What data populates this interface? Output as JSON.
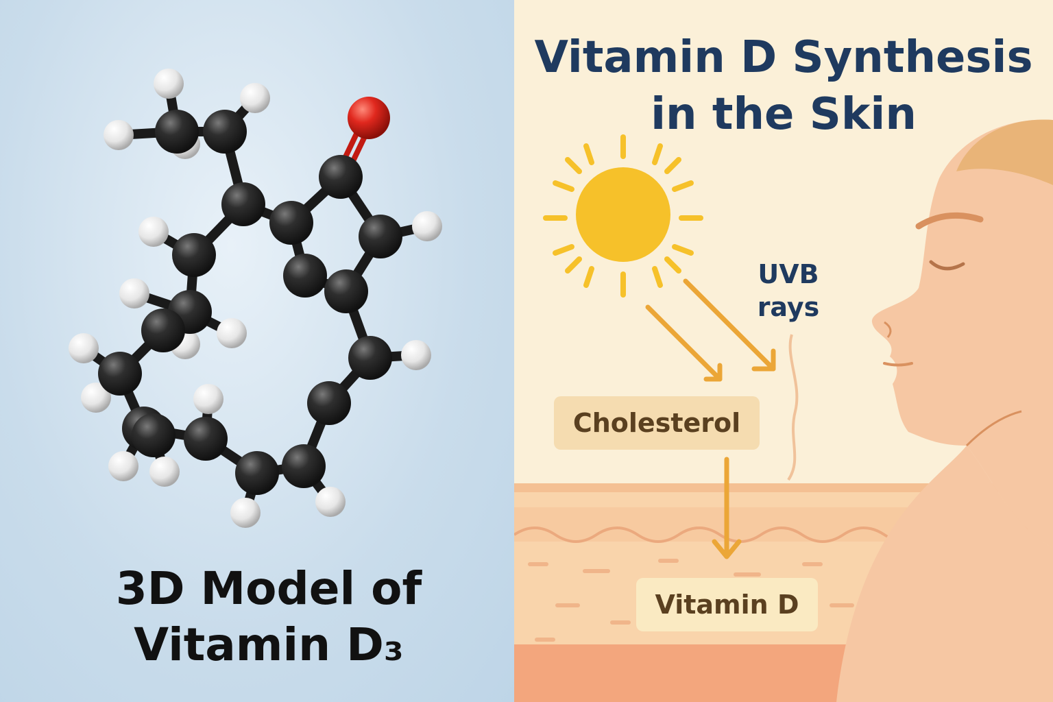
{
  "left": {
    "title_line1": "3D Model of",
    "title_line2": "Vitamin D₃"
  },
  "right": {
    "title_line1": "Vitamin D Synthesis",
    "title_line2": "in the Skin",
    "uvb_line1": "UVB",
    "uvb_line2": "rays",
    "cholesterol_label": "Cholesterol",
    "vitamin_d_label": "Vitamin D"
  },
  "colors": {
    "carbon": "#2b2b2b",
    "hydrogen": "#f2f2f2",
    "oxygen": "#e0281e",
    "sun": "#f6c12a",
    "arrow": "#eba637",
    "title_navy": "#1f3a5f",
    "skin_face": "#f6c7a3",
    "hair": "#e9b478"
  },
  "icons": {
    "sun": "sun-icon",
    "molecule": "molecule-model",
    "face": "face-profile"
  }
}
